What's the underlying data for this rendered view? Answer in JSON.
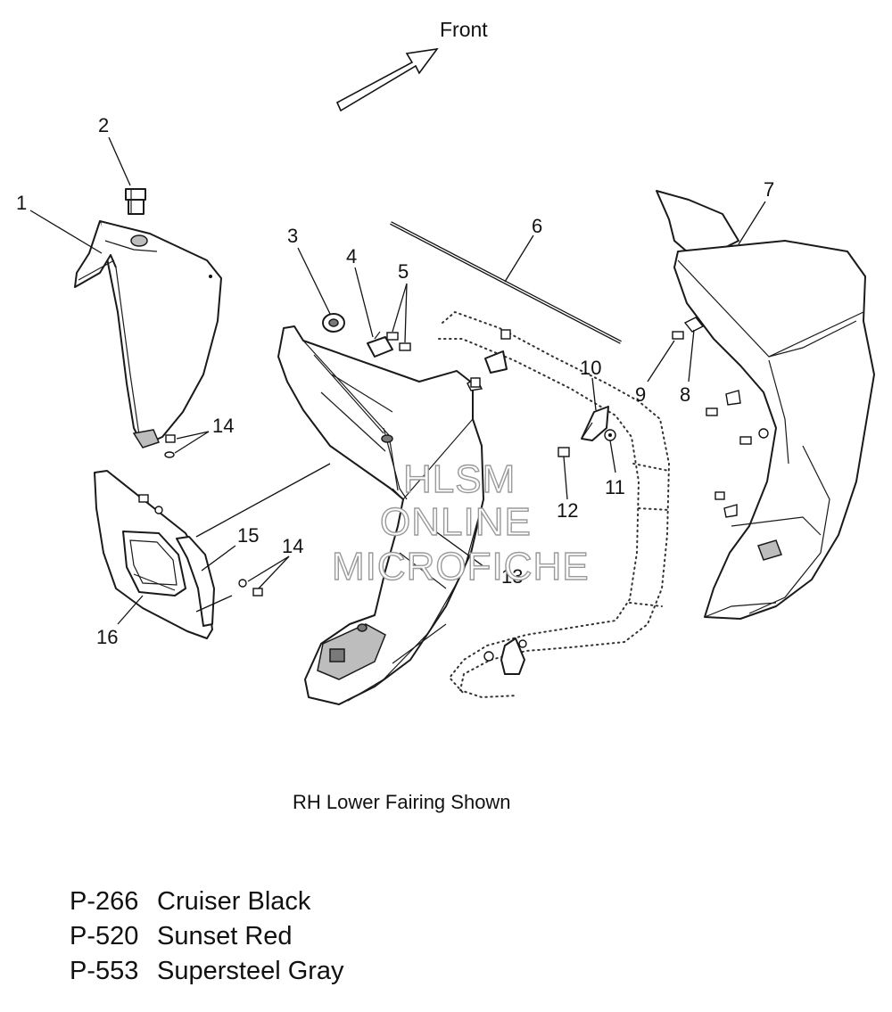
{
  "direction_label": "Front",
  "view_note": "RH Lower Fairing Shown",
  "watermark": [
    "HLSM",
    "ONLINE",
    "MICROFICHE"
  ],
  "callouts": {
    "c1": "1",
    "c2": "2",
    "c3": "3",
    "c4": "4",
    "c5": "5",
    "c6": "6",
    "c7": "7",
    "c8": "8",
    "c9": "9",
    "c10": "10",
    "c11": "11",
    "c12": "12",
    "c13": "13",
    "c14a": "14",
    "c14b": "14",
    "c15": "15",
    "c16": "16"
  },
  "paint_colors": [
    {
      "code": "P-266",
      "name": "Cruiser Black"
    },
    {
      "code": "P-520",
      "name": "Sunset Red"
    },
    {
      "code": "P-553",
      "name": "Supersteel Gray"
    }
  ]
}
